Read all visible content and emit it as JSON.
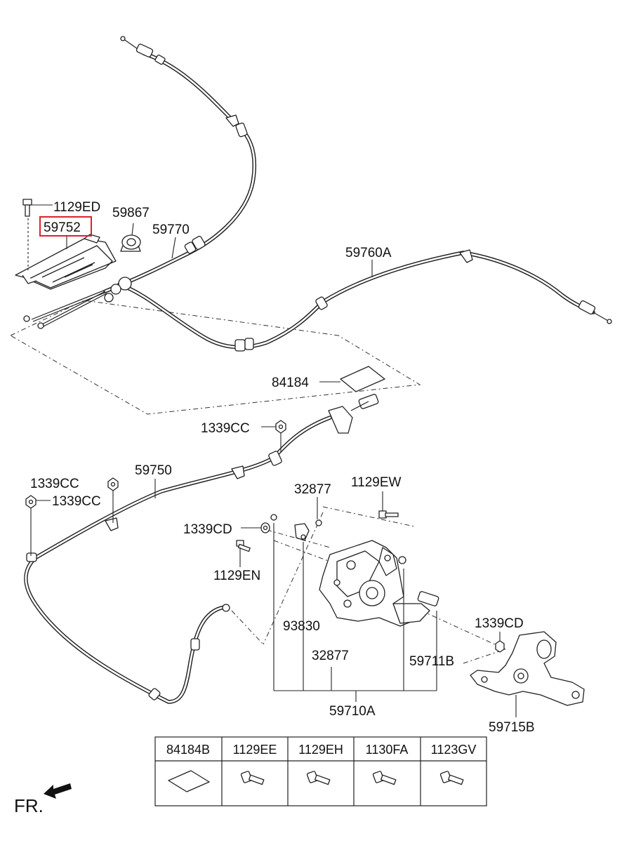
{
  "callouts": {
    "c1129ED": "1129ED",
    "c59752": "59752",
    "c59867": "59867",
    "c59770": "59770",
    "c59760A": "59760A",
    "c84184": "84184",
    "c1339CC_top": "1339CC",
    "c59750": "59750",
    "c1339CC_a": "1339CC",
    "c1339CC_b": "1339CC",
    "c32877_top": "32877",
    "c1129EW": "1129EW",
    "c1339CD_left": "1339CD",
    "c1129EN": "1129EN",
    "c93830": "93830",
    "c32877_bottom": "32877",
    "c59711B": "59711B",
    "c1339CD_right": "1339CD",
    "c59710A": "59710A",
    "c59715B": "59715B"
  },
  "highlight": {
    "color": "#e0202a",
    "part": "59752"
  },
  "parts_table": {
    "headers": [
      "84184B",
      "1129EE",
      "1129EH",
      "1130FA",
      "1123GV"
    ],
    "icons": [
      "pad-icon",
      "bolt-icon",
      "bolt-icon",
      "bolt-icon",
      "bolt-icon"
    ]
  },
  "direction_marker": {
    "label": "FR."
  }
}
